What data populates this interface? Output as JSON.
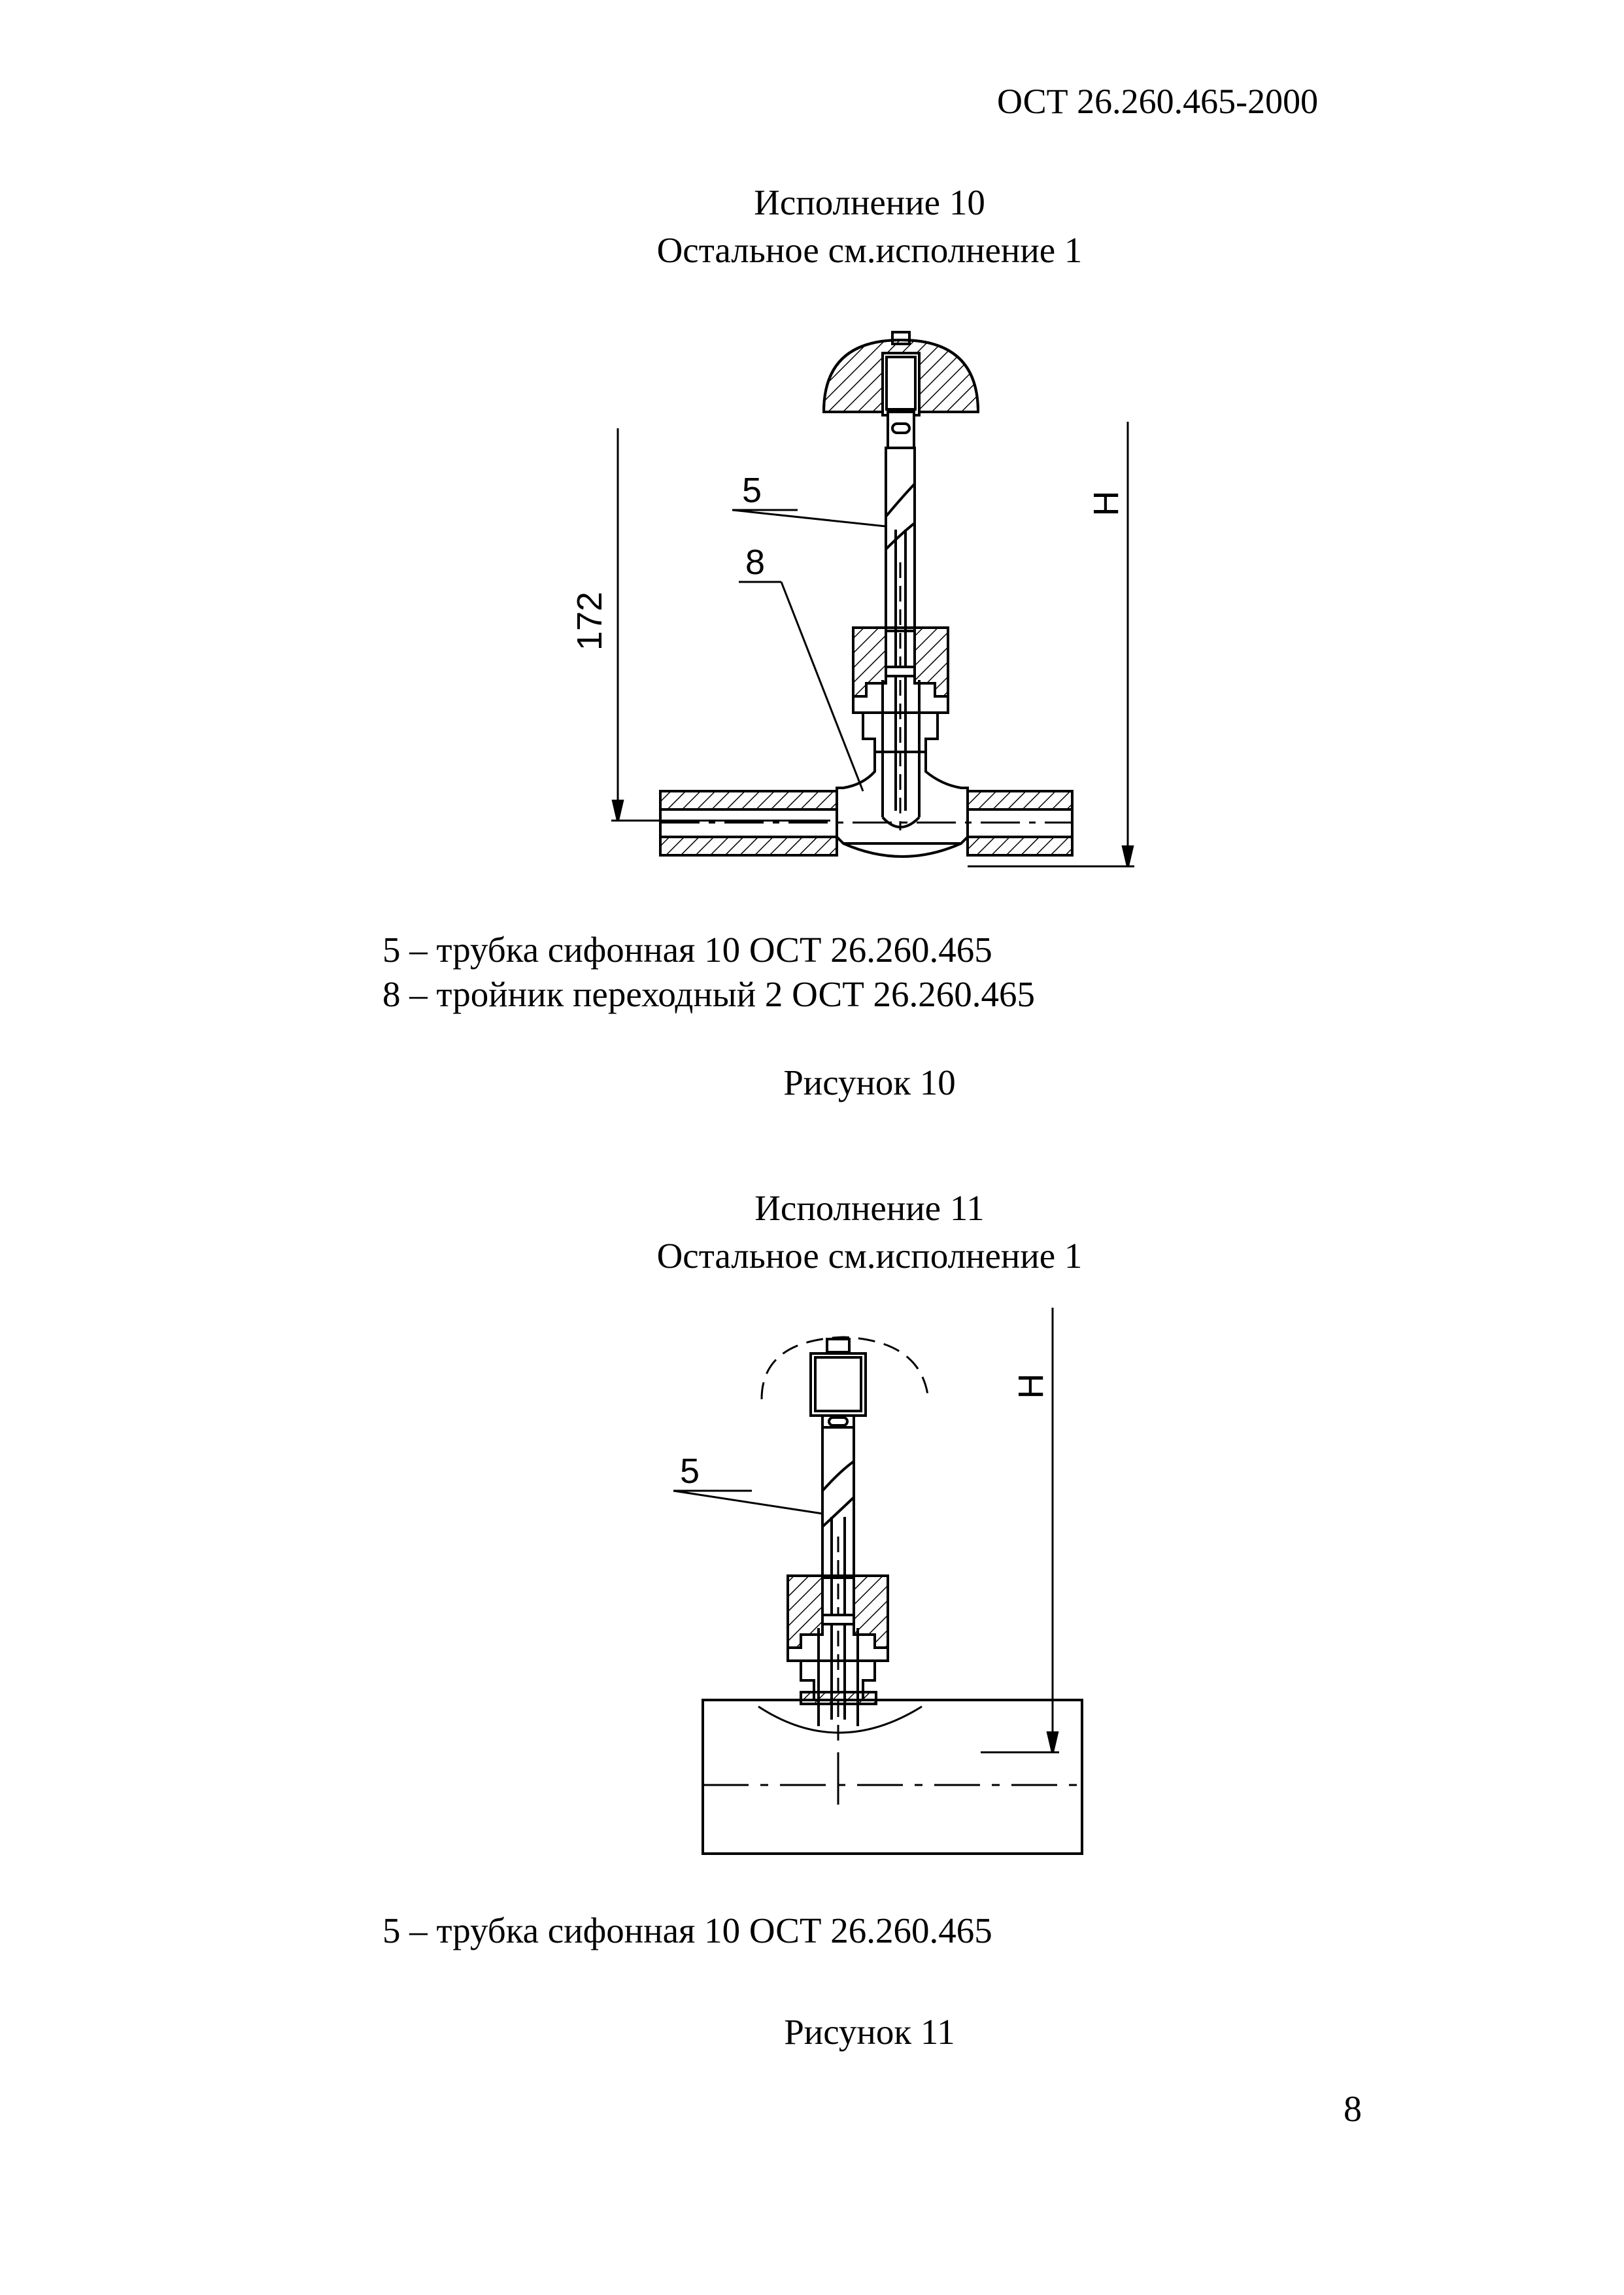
{
  "header": {
    "document_code": "ОСТ 26.260.465-2000"
  },
  "sections": [
    {
      "title": "Исполнение 10",
      "subtitle": "Остальное см.исполнение 1",
      "callouts": {
        "siphon_tube": "5",
        "reducing_tee": "8"
      },
      "dimensions": {
        "overall": "172",
        "height": "H"
      },
      "legend": [
        "5 – трубка сифонная 10 ОСТ 26.260.465",
        "8 – тройник переходный  2 ОСТ 26.260.465"
      ],
      "caption": "Рисунок 10"
    },
    {
      "title": "Исполнение 11",
      "subtitle": "Остальное см.исполнение 1",
      "callouts": {
        "siphon_tube": "5"
      },
      "dimensions": {
        "height": "H"
      },
      "legend": [
        "5 – трубка сифонная  10 ОСТ 26.260.465"
      ],
      "caption": "Рисунок 11"
    }
  ],
  "footer": {
    "page_number": "8"
  }
}
